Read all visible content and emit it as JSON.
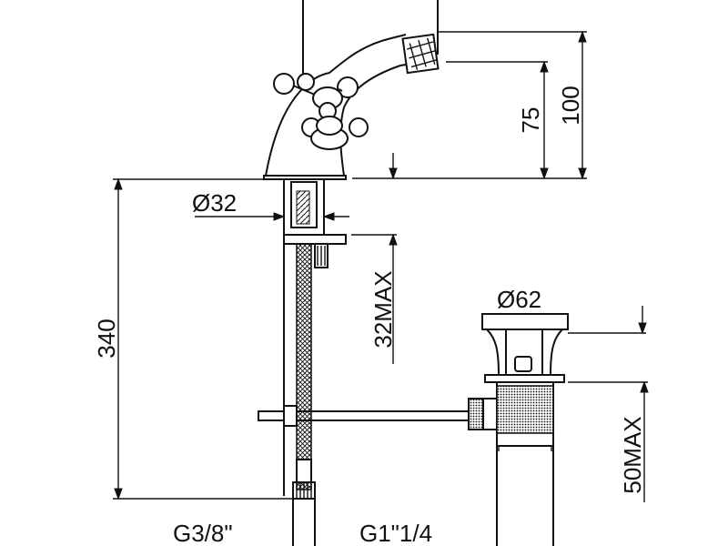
{
  "dimensions": {
    "spout_height": "100",
    "aerator_height": "75",
    "body_diameter": "Ø32",
    "total_height": "340",
    "deck_thickness_max": "32MAX",
    "waste_diameter": "Ø62",
    "waste_depth_max": "50MAX",
    "supply_thread": "G3/8\"",
    "waste_thread": "G1\"1/4"
  }
}
